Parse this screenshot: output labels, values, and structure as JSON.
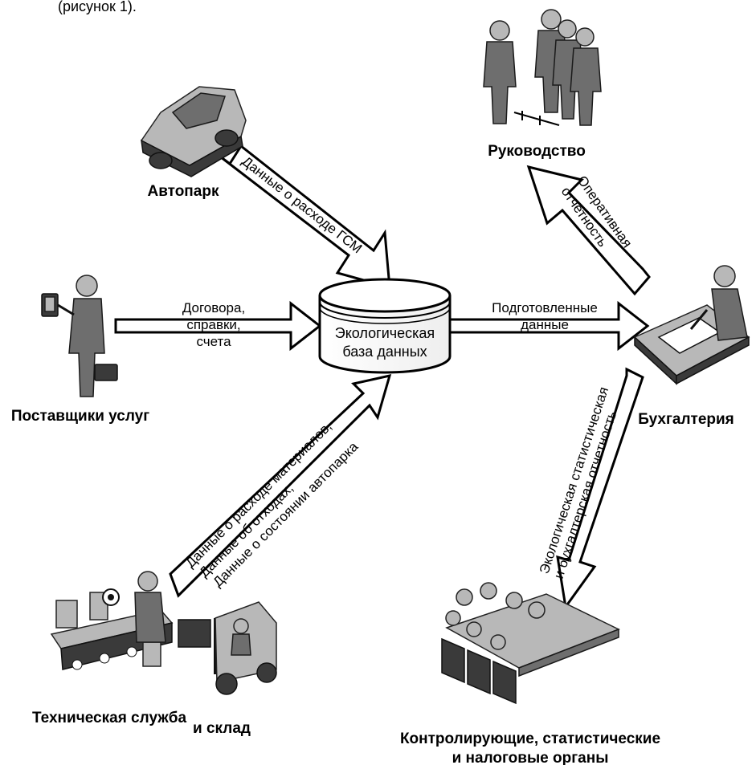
{
  "top_fragment": "(рисунок 1).",
  "database": {
    "line1": "Экологическая",
    "line2": "база данных"
  },
  "nodes": {
    "fleet": "Автопарк",
    "management": "Руководство",
    "suppliers": "Поставщики услуг",
    "accounting": "Бухгалтерия",
    "tech_service": "Техническая служба",
    "warehouse": "и склад",
    "authorities_line1": "Контролирующие, статистические",
    "authorities_line2": "и налоговые органы"
  },
  "arrows": {
    "fuel": "Данные о расходе ГСМ",
    "contracts": [
      "Договора,",
      "справки,",
      "счета"
    ],
    "prepared": [
      "Подготовленные",
      "данные"
    ],
    "operational": [
      "Оперативная",
      "отчетность"
    ],
    "tech": [
      "Данные о расходе материалов,",
      "Данные об отходах,",
      "Данные о состоянии автопарка"
    ],
    "reporting": [
      "Экологическая статистическая",
      "и бухгалтерская отчетность"
    ]
  }
}
